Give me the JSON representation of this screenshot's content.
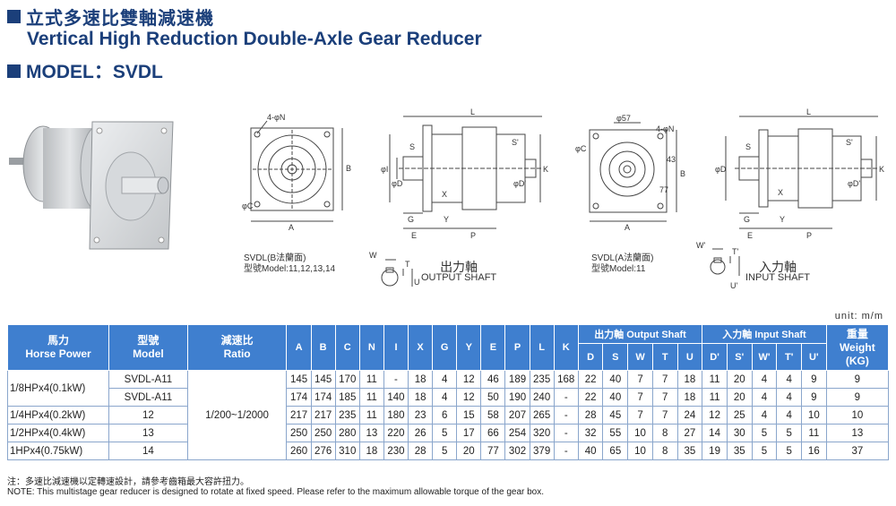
{
  "header": {
    "title_cn": "立式多速比雙軸減速機",
    "title_en": "Vertical High Reduction Double-Axle Gear Reducer",
    "model_label": "MODEL：SVDL"
  },
  "drawings": {
    "b_front": {
      "holes": "4-φN",
      "c": "φC",
      "a": "A",
      "b": "B"
    },
    "b_side": {
      "l": "L",
      "s": "S",
      "s2": "S'",
      "i": "φI",
      "d": "φD",
      "d2": "φD'",
      "k": "K",
      "x": "X",
      "g": "G",
      "y": "Y",
      "e": "E",
      "p": "P"
    },
    "b_caption": [
      "SVDL(B法蘭面)",
      "型號Model:11,12,13,14"
    ],
    "a_front": {
      "holes": "4-φN",
      "c": "φC",
      "d57": "φ57",
      "d43": "43",
      "d77": "77",
      "a": "A",
      "b": "B"
    },
    "a_side": {
      "l": "L",
      "s": "S",
      "s2": "S'",
      "d": "φD",
      "d2": "φD'",
      "k": "K",
      "x": "X",
      "g": "G",
      "y": "Y",
      "e": "E",
      "p": "P"
    },
    "a_caption": [
      "SVDL(A法蘭面)",
      "型號Model:11"
    ],
    "output_shaft": {
      "cn": "出力軸",
      "en": "OUTPUT SHAFT",
      "w": "W",
      "t": "T",
      "u": "U"
    },
    "input_shaft": {
      "cn": "入力軸",
      "en": "INPUT SHAFT",
      "w": "W'",
      "t": "T'",
      "u": "U'"
    }
  },
  "unit_label": "unit: m/m",
  "table": {
    "headers": {
      "horse_power": [
        "馬力",
        "Horse Power"
      ],
      "model": [
        "型號",
        "Model"
      ],
      "ratio": [
        "減速比",
        "Ratio"
      ],
      "dims": [
        "A",
        "B",
        "C",
        "N",
        "I",
        "X",
        "G",
        "Y",
        "E",
        "P",
        "L",
        "K"
      ],
      "output_shaft": "出力軸 Output Shaft",
      "output_cols": [
        "D",
        "S",
        "W",
        "T",
        "U"
      ],
      "input_shaft": "入力軸 Input Shaft",
      "input_cols": [
        "D'",
        "S'",
        "W'",
        "T'",
        "U'"
      ],
      "weight": [
        "重量",
        "Weight",
        "(KG)"
      ]
    },
    "ratio_value": "1/200~1/2000",
    "rows": [
      {
        "hp": "1/8HPx4(0.1kW)",
        "model": "SVDL-A11",
        "vals": [
          "145",
          "145",
          "170",
          "11",
          "-",
          "18",
          "4",
          "12",
          "46",
          "189",
          "235",
          "168",
          "22",
          "40",
          "7",
          "7",
          "18",
          "11",
          "20",
          "4",
          "4",
          "9",
          "9"
        ]
      },
      {
        "hp": "",
        "model": "SVDL-A11",
        "vals": [
          "174",
          "174",
          "185",
          "11",
          "140",
          "18",
          "4",
          "12",
          "50",
          "190",
          "240",
          "-",
          "22",
          "40",
          "7",
          "7",
          "18",
          "11",
          "20",
          "4",
          "4",
          "9",
          "9"
        ]
      },
      {
        "hp": "1/4HPx4(0.2kW)",
        "model": "12",
        "vals": [
          "217",
          "217",
          "235",
          "11",
          "180",
          "23",
          "6",
          "15",
          "58",
          "207",
          "265",
          "-",
          "28",
          "45",
          "7",
          "7",
          "24",
          "12",
          "25",
          "4",
          "4",
          "10",
          "10"
        ]
      },
      {
        "hp": "1/2HPx4(0.4kW)",
        "model": "13",
        "vals": [
          "250",
          "250",
          "280",
          "13",
          "220",
          "26",
          "5",
          "17",
          "66",
          "254",
          "320",
          "-",
          "32",
          "55",
          "10",
          "8",
          "27",
          "14",
          "30",
          "5",
          "5",
          "11",
          "13"
        ]
      },
      {
        "hp": "1HPx4(0.75kW)",
        "model": "14",
        "vals": [
          "260",
          "276",
          "310",
          "18",
          "230",
          "28",
          "5",
          "20",
          "77",
          "302",
          "379",
          "-",
          "40",
          "65",
          "10",
          "8",
          "35",
          "19",
          "35",
          "5",
          "5",
          "16",
          "37"
        ]
      }
    ]
  },
  "notes": {
    "cn": "注：多速比減速機以定轉速設計，請參考齒箱最大容許扭力。",
    "en": "NOTE: This multistage gear reducer is designed to rotate at fixed speed.  Please refer to the maximum allowable torque of the gear box."
  }
}
